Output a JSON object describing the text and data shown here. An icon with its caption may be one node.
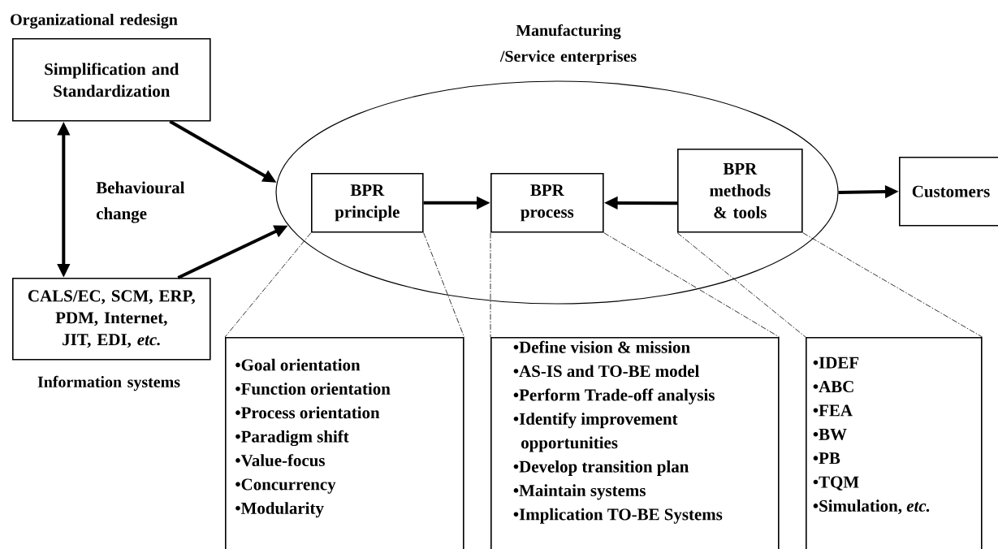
{
  "diagram": {
    "nodes": [
      {
        "text": [
          "Organizational redesign",
          "Simplification and Standardization"
        ]
      },
      {
        "text": [
          "CALS/EC, SCM, ERP, PDM, Internet, JIT, EDI, *etc.*",
          "Information systems"
        ]
      },
      {
        "text": [
          "Manufacturing /Service enterprises"
        ]
      },
      {
        "text": [
          "BPR principle"
        ],
        "in": 2
      },
      {
        "text": [
          "BPR process"
        ],
        "in": 2
      },
      {
        "text": [
          "BPR methods & tools"
        ],
        "in": 2
      },
      {
        "text": [
          "Customers"
        ]
      },
      {
        "text": [
          "•Goal orientation",
          "•Function orientation",
          "•Process orientation",
          "•Paradigm shift",
          "•Value-focus",
          "•Concurrency",
          "•Modularity"
        ]
      },
      {
        "text": [
          "•Define vision & mission",
          "•AS-IS and TO-BE model",
          "•Perform Trade-off analysis",
          "•Identify improvement opportunities",
          "•Develop transition plan",
          "•Maintain systems",
          "•Implication TO-BE Systems"
        ]
      },
      {
        "text": [
          "•IDEF",
          "•ABC",
          "•FEA",
          "•BW",
          "•PB",
          "•TQM",
          "•Simulation, *etc.*"
        ]
      }
    ],
    "edges": [
      {
        "from": 0,
        "to": 2,
        "arrow": "to",
        "style": "thick"
      },
      {
        "from": 1,
        "to": 2,
        "arrow": "to",
        "style": "thick"
      },
      {
        "from": 0,
        "to": 1,
        "arrow": "both",
        "style": "thick",
        "label": "Behavioural change"
      },
      {
        "from": 3,
        "to": 4,
        "arrow": "to",
        "style": "thick"
      },
      {
        "from": 5,
        "to": 4,
        "arrow": "to",
        "style": "thick"
      },
      {
        "from": 2,
        "to": 6,
        "arrow": "to",
        "style": "thick"
      },
      {
        "from": 3,
        "to": 7,
        "arrow": "none",
        "style": "dashed"
      },
      {
        "from": 3,
        "to": 7,
        "arrow": "none",
        "style": "dashed"
      },
      {
        "from": 4,
        "to": 8,
        "arrow": "none",
        "style": "dashed"
      },
      {
        "from": 4,
        "to": 8,
        "arrow": "none",
        "style": "dashed"
      },
      {
        "from": 5,
        "to": 9,
        "arrow": "none",
        "style": "dashed"
      },
      {
        "from": 5,
        "to": 9,
        "arrow": "none",
        "style": "dashed"
      }
    ]
  }
}
